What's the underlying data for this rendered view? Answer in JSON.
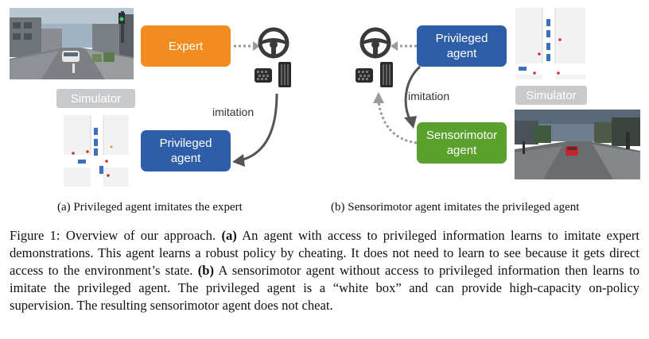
{
  "panel_a": {
    "expert_label": "Expert",
    "simulator_label": "Simulator",
    "privileged_label_line1": "Privileged",
    "privileged_label_line2": "agent",
    "imitation_label": "imitation",
    "subcaption": "(a) Privileged agent imitates the expert"
  },
  "panel_b": {
    "privileged_label_line1": "Privileged",
    "privileged_label_line2": "agent",
    "simulator_label": "Simulator",
    "imitation_label": "imitation",
    "sensorimotor_label_line1": "Sensorimotor",
    "sensorimotor_label_line2": "agent",
    "subcaption": "(b) Sensorimotor agent imitates the privileged agent"
  },
  "caption": {
    "prefix": "Figure 1: Overview of our approach. ",
    "a_marker": "(a)",
    "a_text": " An agent with access to privileged information learns to imitate expert demonstrations. This agent learns a robust policy by cheating. It does not need to learn to see because it gets direct access to the environment’s state. ",
    "b_marker": "(b)",
    "b_text": " A sensorimotor agent without access to privileged information then learns to imitate the privileged agent. The privileged agent is a “white box” and can provide high-capacity on-policy supervision. The resulting sensorimotor agent does not cheat."
  },
  "colors": {
    "expert": "#f28c1e",
    "privileged": "#2f5ea8",
    "sensorimotor": "#5aa02c",
    "simulator": "#c7c9cb"
  },
  "icons": [
    "steering-wheel-icon",
    "brake-pedal-icon",
    "gas-pedal-icon",
    "driving-scene-image",
    "birds-eye-map-image"
  ]
}
